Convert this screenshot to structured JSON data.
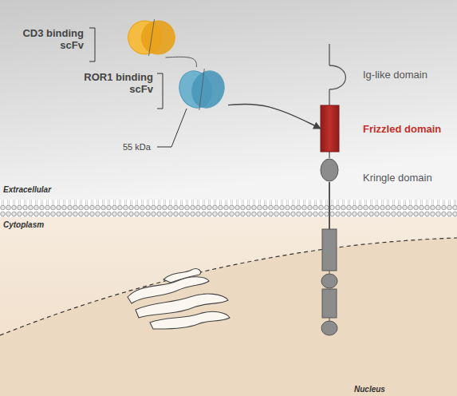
{
  "diagram": {
    "nodes": [
      {
        "text": [
          "CD3 binding scFv"
        ]
      },
      {
        "text": [
          "ROR1 binding scFv"
        ]
      },
      {
        "text": [
          "Ig-like domain"
        ]
      },
      {
        "text": [
          "Frizzled domain"
        ]
      },
      {
        "text": [
          "Kringle domain"
        ]
      }
    ],
    "edges": [
      {
        "from": 0,
        "to": 1,
        "arrow": "none"
      },
      {
        "from": 1,
        "to": 3,
        "arrow": "to"
      }
    ],
    "labels": [
      "55 kDa",
      "Extracellular",
      "Cytoplasm",
      "Nucleus"
    ]
  }
}
